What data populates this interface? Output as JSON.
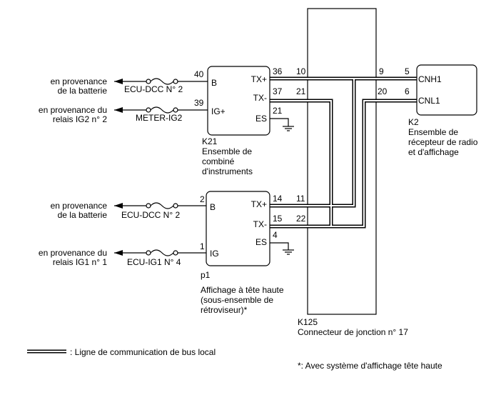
{
  "k21": {
    "id": "K21",
    "name_lines": [
      "Ensemble de",
      "combiné",
      "d'instruments"
    ],
    "pins": {
      "b": "B",
      "ig": "IG+",
      "txp": "TX+",
      "txm": "TX-",
      "es": "ES"
    },
    "pin_numbers": {
      "b": "40",
      "ig": "39",
      "txp": "36",
      "txm": "37",
      "es": "21"
    },
    "inputs": [
      {
        "source_lines": [
          "en provenance",
          "de la batterie"
        ],
        "fuse": "ECU-DCC N° 2"
      },
      {
        "source_lines": [
          "en provenance du",
          "relais IG2 n° 2"
        ],
        "fuse": "METER-IG2"
      }
    ]
  },
  "p1": {
    "id": "p1",
    "name_lines": [
      "Affichage à tête haute",
      "(sous-ensemble de",
      "rétroviseur)*"
    ],
    "pins": {
      "b": "B",
      "ig": "IG",
      "txp": "TX+",
      "txm": "TX-",
      "es": "ES"
    },
    "pin_numbers": {
      "b": "2",
      "ig": "1",
      "txp": "14",
      "txm": "15",
      "es": "4"
    },
    "inputs": [
      {
        "source_lines": [
          "en provenance",
          "de la batterie"
        ],
        "fuse": "ECU-DCC N° 2"
      },
      {
        "source_lines": [
          "en provenance du",
          "relais IG1 n° 1"
        ],
        "fuse": "ECU-IG1 N° 4"
      }
    ]
  },
  "k2": {
    "id": "K2",
    "name_lines": [
      "Ensemble de",
      "récepteur de radio",
      "et d'affichage"
    ],
    "pins": {
      "cnh1": "CNH1",
      "cnl1": "CNL1"
    },
    "pin_numbers": {
      "cnh1": "5",
      "cnl1": "6"
    }
  },
  "k125": {
    "id": "K125",
    "name": "Connecteur de jonction n° 17",
    "pin_numbers": {
      "left_k21_txp": "10",
      "left_k21_txm": "21",
      "left_p1_txp": "11",
      "left_p1_txm": "22",
      "right_cnh1": "9",
      "right_cnl1": "20"
    }
  },
  "legend": {
    "label": ": Ligne de communication de bus local"
  },
  "footnote": "*: Avec système d'affichage tête haute"
}
